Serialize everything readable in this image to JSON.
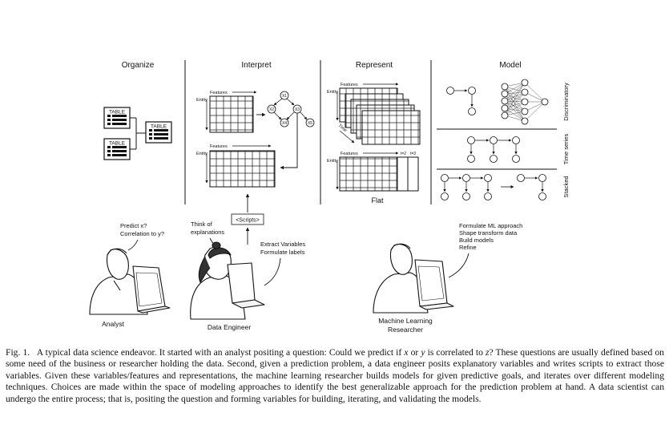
{
  "figure": {
    "sections": {
      "organize": "Organize",
      "interpret": "Interpret",
      "represent": "Represent",
      "model": "Model"
    },
    "table_label": "TABLE",
    "features_label": "Features",
    "entity_label": "Entity",
    "time_label": "Time",
    "time_steps": [
      "t=2",
      "t=3"
    ],
    "flat_label": "Flat",
    "graph_nodes": [
      "X1",
      "X2",
      "X3",
      "X4",
      "X5"
    ],
    "scripts_label": "<Scripts>",
    "model_rows": [
      "Discriminatory",
      "Time series",
      "Stacked"
    ],
    "people": {
      "analyst": {
        "name": "Analyst",
        "speech_1": "Predict x?",
        "speech_2": "Correlation to y?"
      },
      "data_engineer": {
        "name": "Data Engineer",
        "thought_1": "Think of",
        "thought_2": "explanations",
        "task_1": "Extract Variables",
        "task_2": "Formulate labels"
      },
      "ml_researcher": {
        "name_1": "Machine Learning",
        "name_2": "Researcher",
        "task_1": "Formulate ML approach",
        "task_2": "Shape transform data",
        "task_3": "Build models",
        "task_4": "Refine"
      }
    }
  },
  "caption": {
    "label": "Fig. 1.",
    "p1": "A typical data science endeavor. It started with an analyst positing a question: Could we predict if ",
    "v1": "x",
    "p2": " or ",
    "v2": "y",
    "p3": " is correlated to ",
    "v3": "z",
    "p4": "? These questions are usually defined based on some need of the business or researcher holding the data. Second, given a prediction problem, a data engineer posits explanatory variables and writes scripts to extract those variables. Given these variables/features and representations, the machine learning researcher builds models for given predictive goals, and iterates over different modeling techniques. Choices are made within the space of modeling approaches to identify the best generalizable approach for the prediction problem at hand. A data scientist can undergo the entire process; that is, positing the question and forming variables for building, iterating, and validating the models."
  }
}
